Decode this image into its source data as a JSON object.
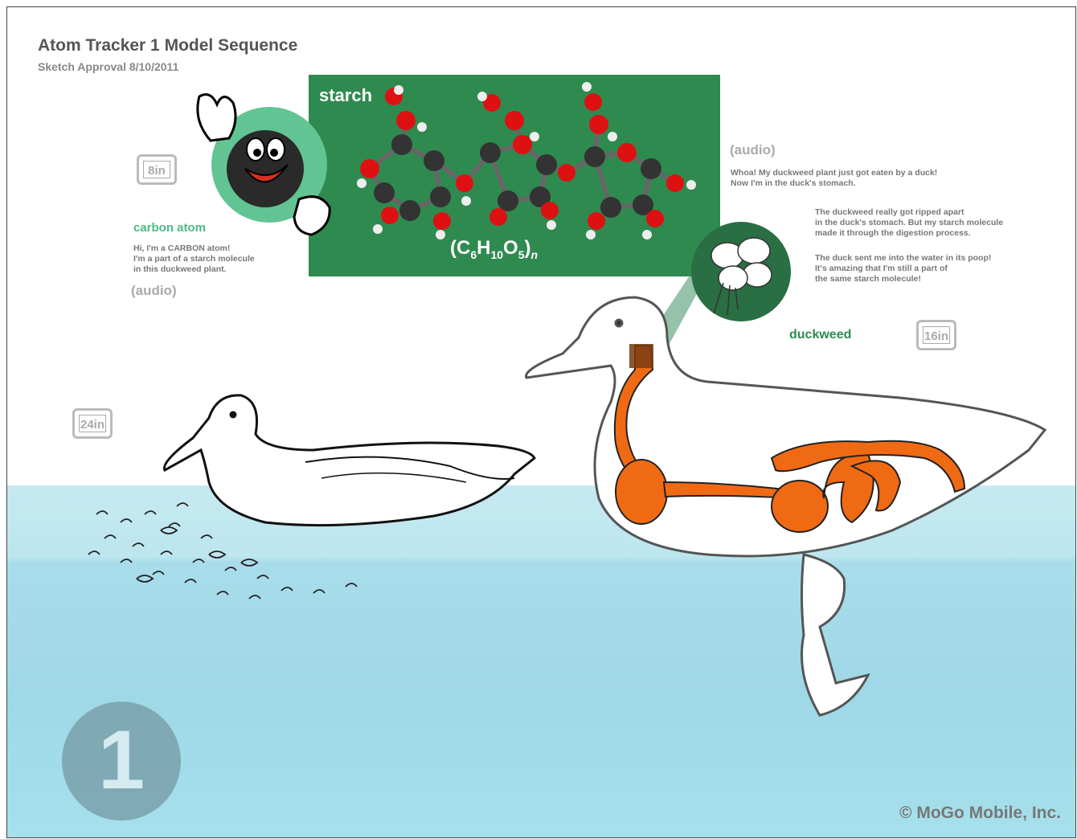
{
  "header": {
    "title": "Atom Tracker 1 Model Sequence",
    "subtitle": "Sketch Approval 8/10/2011"
  },
  "molecule": {
    "name": "starch",
    "formula_base": "(C",
    "formula_c_sub": "6",
    "formula_h": "H",
    "formula_h_sub": "10",
    "formula_o": "O",
    "formula_o_sub": "5",
    "formula_close": ")",
    "formula_n": "n"
  },
  "character": {
    "label": "carbon atom",
    "dialogue": "Hi, I'm a CARBON atom!\nI'm a part of a starch molecule\nin this duckweed plant.",
    "audio_tag": "(audio)"
  },
  "narration": {
    "audio_tag": "(audio)",
    "line_1": "Whoa! My duckweed plant just got eaten by a duck!\nNow I'm in the duck's stomach.",
    "line_2": "The duckweed really got ripped apart\nin the duck's stomach. But my starch molecule\nmade it through the digestion process.",
    "line_3": "The duck sent me into the water in its poop!\nIt's amazing that I'm still a part of\nthe same starch molecule!"
  },
  "plant": {
    "label": "duckweed"
  },
  "devices": [
    {
      "size": "8in"
    },
    {
      "size": "16in"
    },
    {
      "size": "24in"
    }
  ],
  "scene": {
    "number": "1"
  },
  "footer": {
    "copyright": "© MoGo Mobile, Inc."
  },
  "colors": {
    "panel_green": "#2f8a50",
    "accent_green": "#4cba86",
    "digestive_orange": "#f06a14",
    "water": "#a8dcea",
    "scene_circle": "#7aa1ac"
  },
  "icons": [
    "tablet-hands-icon",
    "carbon-atom-mascot-icon",
    "duckweed-flower-icon"
  ]
}
